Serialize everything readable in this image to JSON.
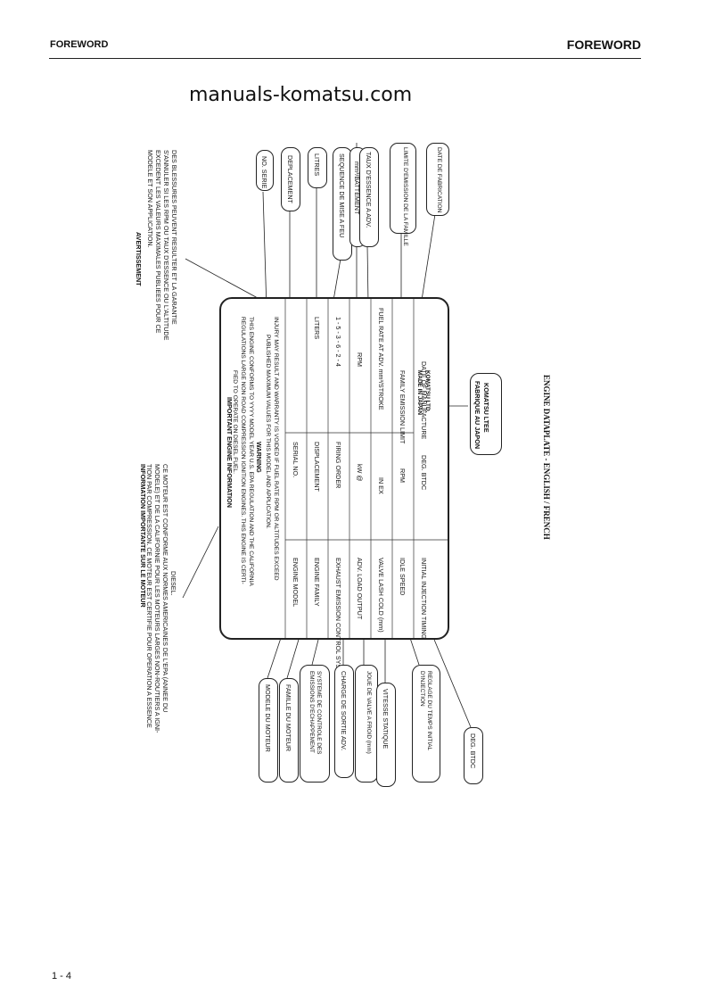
{
  "header": {
    "left": "FOREWORD",
    "right": "FOREWORD"
  },
  "watermark": "manuals-komatsu.com",
  "page_number": "1 - 4",
  "caption": "ENGINE DATAPLATE - ENGLISH / FRENCH",
  "plate": {
    "title": "IMPORTANT ENGINE INFORMATION",
    "intro": [
      "THIS ENGINE CONFORMS TO YYYY MODEL YEAR U.S. EPA REGULATION AND THE CALIFORNIA",
      "REGULATIONS LARGE NON ROAD COMPRESSION IGNITION ENGINES. THIS ENGINE IS CERTI-",
      "FIED TO OPERATE ON DIESEL FUEL."
    ],
    "warning_label": "WARNING",
    "warning": [
      "INJURY MAY RESULT AND WARRANTY IS VOIDED IF FUEL RATE RPM OR ALTITUDES EXCEED",
      "PUBLISHED MAXIMUM VALUES FOR THIS MODEL AND APPLICATION."
    ],
    "rows": [
      {
        "a": "ENGINE MODEL",
        "b": "SERIAL NO.",
        "c": ""
      },
      {
        "a": "ENGINE FAMILY",
        "b": "DISPLACEMENT",
        "c": "LITERS"
      },
      {
        "a": "EXHAUST EMISSION CONTROL SYSTEM",
        "b": "FIRING ORDER",
        "c": "1 - 5 - 3 - 6 - 2 - 4"
      },
      {
        "a": "ADV. LOAD OUTPUT",
        "b": "kW @",
        "c": "RPM"
      },
      {
        "a": "VALVE LASH COLD (mm)",
        "b": "IN          EX",
        "c": "FUEL RATE AT ADV.    mm³/STROKE"
      },
      {
        "a": "IDLE SPEED",
        "b": "RPM",
        "c": "FAMILY EMISSION LIMIT"
      },
      {
        "a": "INITIAL INJECTION TIMING",
        "b": "DEG. BTDC",
        "c": "DATE OF MANUFACTURE"
      }
    ],
    "maker": [
      "KOMATSU LTD.",
      "MADE IN JAPAN"
    ]
  },
  "maker_fr": [
    "KOMATSU LTEE",
    "FABRIQUE AU JAPON"
  ],
  "fr_info": {
    "title": "INFORMATION IMPORTANTE SUR LE MOTEUR",
    "lines": [
      "CE MOTEUR EST CONFORME AUX NORMES AMERICAINES DE L'EPA (ANNEE DU",
      "MODELE) ET DE LA CALIFORNIE POUR LES MOTEURS LARGES NON-ROUTIERS A IGNI-",
      "TION PAR COMPRESSION. CE MOTEUR EST CERTIFIE POUR OPERATION A ESSENCE",
      "DIESEL."
    ]
  },
  "fr_warning": {
    "title": "AVERTISSEMENT",
    "lines": [
      "DES BLESSURES PEUVENT RESULTER ET LA GARANTIE",
      "S'ANNULER SI LES RPM OU TAUX D'ESSENCE OU L'ALTITUDE",
      "EXCEDENT LES VALEURS MAXIMALES PUBLIEES POUR CE",
      "MODELE ET SON APPLICATION."
    ]
  },
  "top_labels": [
    "NO. SERIE",
    "DEPLACEMENT",
    "LITRES",
    "SEQUENCE DE MISE A FEU",
    "mm³/BATTEMENT",
    "TAUX D'ESSENCE A ADV.",
    "LIMITE D'EMISSION DE LA FAMILLE",
    "DATE DE FABRICATION"
  ],
  "bottom_labels": [
    "MODELE DU MOTEUR",
    "FAMILLE DU MOTEUR",
    "SYSTEME DE CONTROLE DES EMISSIONS D'ECHAPPEMENT",
    "CHARGE DE SORTIE ADV.",
    "JOUE DE VALVE A FROID (mm)",
    "VITESSE STATIQUE",
    "REGLAGE DU TEMPS INITIAL D'INJECTION",
    "DEG. BTDC"
  ]
}
